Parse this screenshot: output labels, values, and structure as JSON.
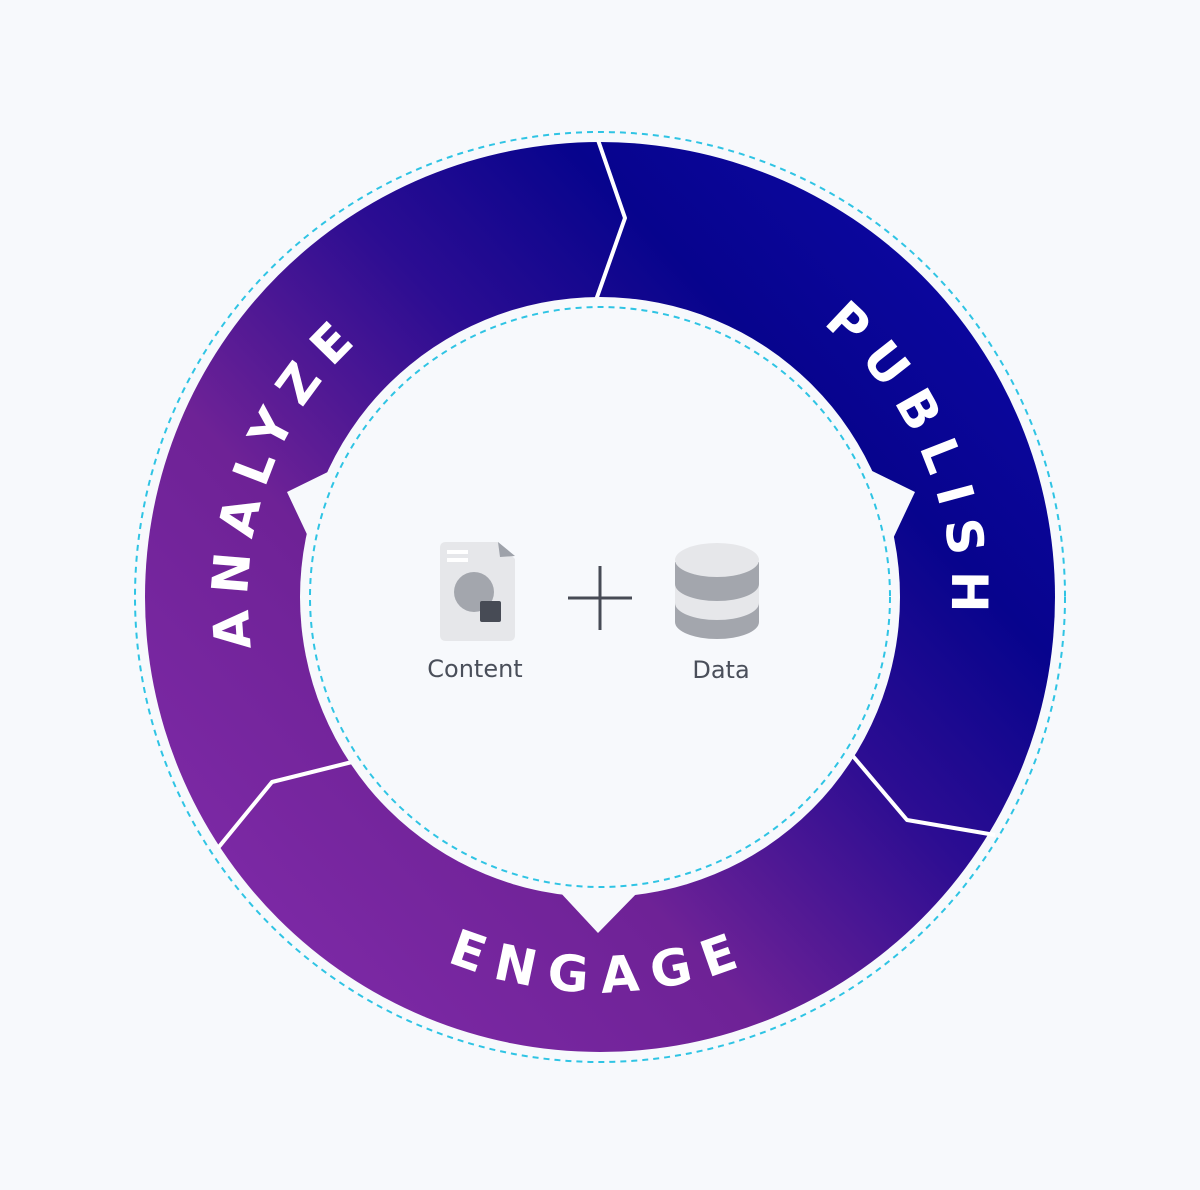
{
  "cycle": {
    "stages": [
      {
        "label": "ANALYZE"
      },
      {
        "label": "PUBLISH"
      },
      {
        "label": "ENGAGE"
      }
    ],
    "center": {
      "items": [
        {
          "label": "Content",
          "icon": "document-icon"
        },
        {
          "label": "Data",
          "icon": "database-icon"
        }
      ],
      "operator": "plus-icon"
    }
  },
  "colors": {
    "navy": "#06038c",
    "purple": "#7d2aa8",
    "dash": "#2fc4e4",
    "background": "#f7f9fc"
  }
}
